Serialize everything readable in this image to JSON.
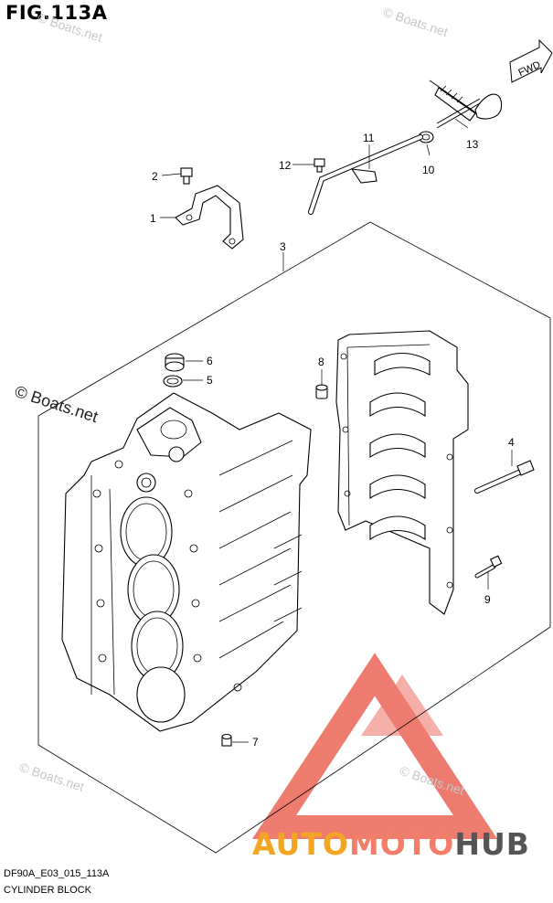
{
  "figure": {
    "title": "FIG.113A",
    "code": "DF90A_E03_015_113A",
    "caption": "CYLINDER BLOCK",
    "direction_tag": "FWD"
  },
  "watermarks": {
    "copyright": "© Boats.net",
    "faint": [
      "© Boats.net",
      "© Boats.net",
      "© Boats.net",
      "© Boats.net"
    ]
  },
  "brand": {
    "part1": "AUTO",
    "part2": "MOTO",
    "part3": "HUB",
    "colors": {
      "part1": "#f4a623",
      "part2": "#f27d6a",
      "part3": "#555555",
      "logo": "#e8503f"
    }
  },
  "callouts": [
    {
      "number": "1",
      "name": "bracket"
    },
    {
      "number": "2",
      "name": "bolt"
    },
    {
      "number": "3",
      "name": "cylinder-block-assembly"
    },
    {
      "number": "4",
      "name": "bolt"
    },
    {
      "number": "5",
      "name": "gasket"
    },
    {
      "number": "6",
      "name": "plug"
    },
    {
      "number": "7",
      "name": "plug"
    },
    {
      "number": "8",
      "name": "dowel-pin"
    },
    {
      "number": "9",
      "name": "bolt"
    },
    {
      "number": "10",
      "name": "clamp"
    },
    {
      "number": "11",
      "name": "pipe"
    },
    {
      "number": "12",
      "name": "bolt"
    },
    {
      "number": "13",
      "name": "hose"
    }
  ]
}
